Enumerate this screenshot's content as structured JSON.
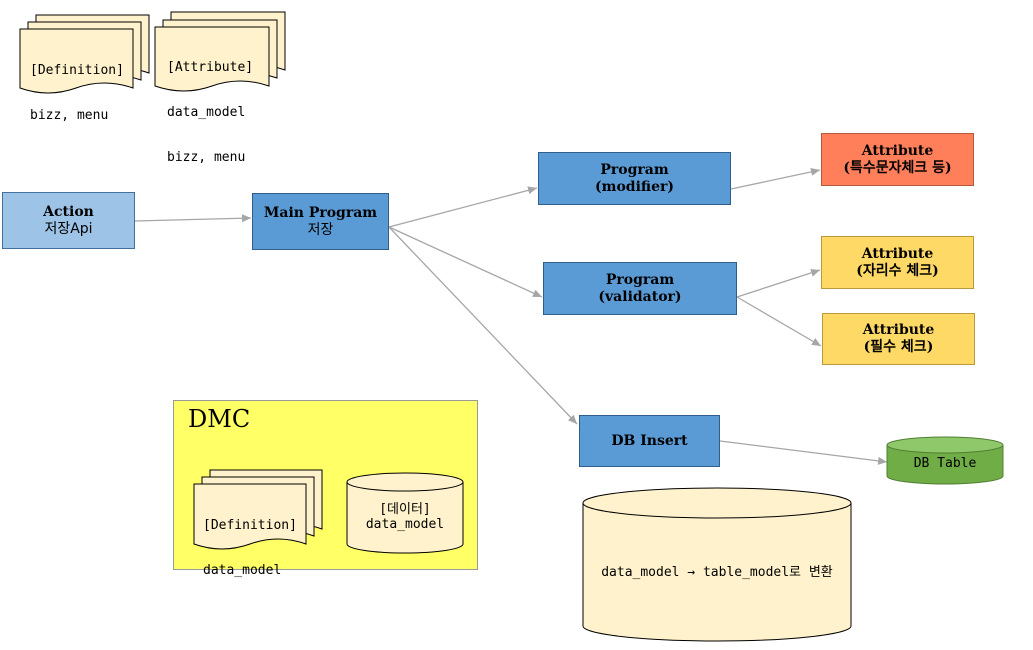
{
  "docs": {
    "definition_top": {
      "line1": "[Definition]",
      "line2": "bizz, menu"
    },
    "attribute_top": {
      "line1": "[Attribute]",
      "line2": "data_model",
      "line3": "bizz, menu"
    }
  },
  "nodes": {
    "action": {
      "title": "Action",
      "subtitle": "저장Api"
    },
    "main_program": {
      "title": "Main Program",
      "subtitle": "저장"
    },
    "program_modifier": {
      "title": "Program",
      "subtitle": "(modifier)"
    },
    "program_validator": {
      "title": "Program",
      "subtitle": "(validator)"
    },
    "db_insert": {
      "title": "DB Insert"
    },
    "attr_special": {
      "title": "Attribute",
      "subtitle": "(특수문자체크 등)"
    },
    "attr_digits": {
      "title": "Attribute",
      "subtitle": "(자리수 체크)"
    },
    "attr_required": {
      "title": "Attribute",
      "subtitle": "(필수 체크)"
    },
    "db_table": {
      "label": "DB Table"
    },
    "convert": {
      "label": "data_model → table_model로 변환"
    }
  },
  "dmc": {
    "title": "DMC",
    "definition_doc": {
      "line1": "[Definition]",
      "line2": "data_model"
    },
    "data_cylinder": {
      "line1": "[데이터]",
      "line2": "data_model"
    }
  },
  "colors": {
    "process_blue": "#5b9bd5",
    "action_lightblue": "#9dc3e6",
    "attribute_orange": "#ff7f5a",
    "attribute_yellow": "#ffd966",
    "dmc_background": "#ffff66",
    "document_fill": "#fff2cc",
    "db_table_green": "#70ad47",
    "arrow_gray": "#a6a6a6"
  }
}
